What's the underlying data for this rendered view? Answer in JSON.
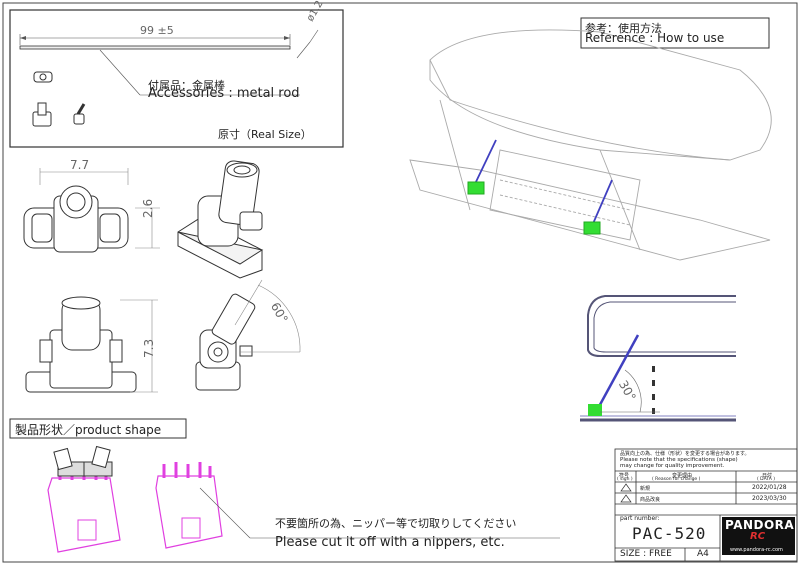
{
  "accessory": {
    "length_label": "99 ±5",
    "dia_label": "ø1.2",
    "label_jp": "付属品：金属棒",
    "label_en": "Accessories : metal rod",
    "real_size": "原寸（Real Size）"
  },
  "dims": {
    "width": "7.7",
    "height_small": "2.6",
    "height_large": "7.3",
    "angle_side": "60°",
    "angle_usage": "30°"
  },
  "reference": {
    "label_jp": "参考：使用方法",
    "label_en": "Reference : How to use"
  },
  "product_shape": "製品形状／product shape",
  "cut_note": {
    "jp": "不要箇所の為、ニッパー等で切取りしてください",
    "en": "Please cut it off with a nippers, etc."
  },
  "title_block": {
    "notice_jp": "品質向上の為、仕様（形状）を変更する場合があります。",
    "notice_en1": "Please note that the specifications (shape)",
    "notice_en2": "may change for quality improvement.",
    "col_sign": "符号",
    "col_sign_en": "( sign )",
    "col_reason": "変更理由",
    "col_reason_en": "( Reason for change )",
    "col_date": "日付",
    "col_date_en": "( DATA )",
    "rows": [
      {
        "reason": "新規",
        "date": "2022/01/28"
      },
      {
        "reason": "商品改良",
        "date": "2023/03/30"
      }
    ],
    "part_number_label": "part number:",
    "part_number": "PAC-520",
    "size_label": "SIZE : FREE",
    "paper": "A4",
    "logo_main": "PANDORA",
    "logo_sub": "RC",
    "website": "www.pandora-rc.com"
  },
  "colors": {
    "line": "#333333",
    "light_line": "#aaaaaa",
    "green": "#33dd33",
    "magenta": "#e040e0",
    "blue": "#4040c0",
    "purple": "#8080c0"
  }
}
